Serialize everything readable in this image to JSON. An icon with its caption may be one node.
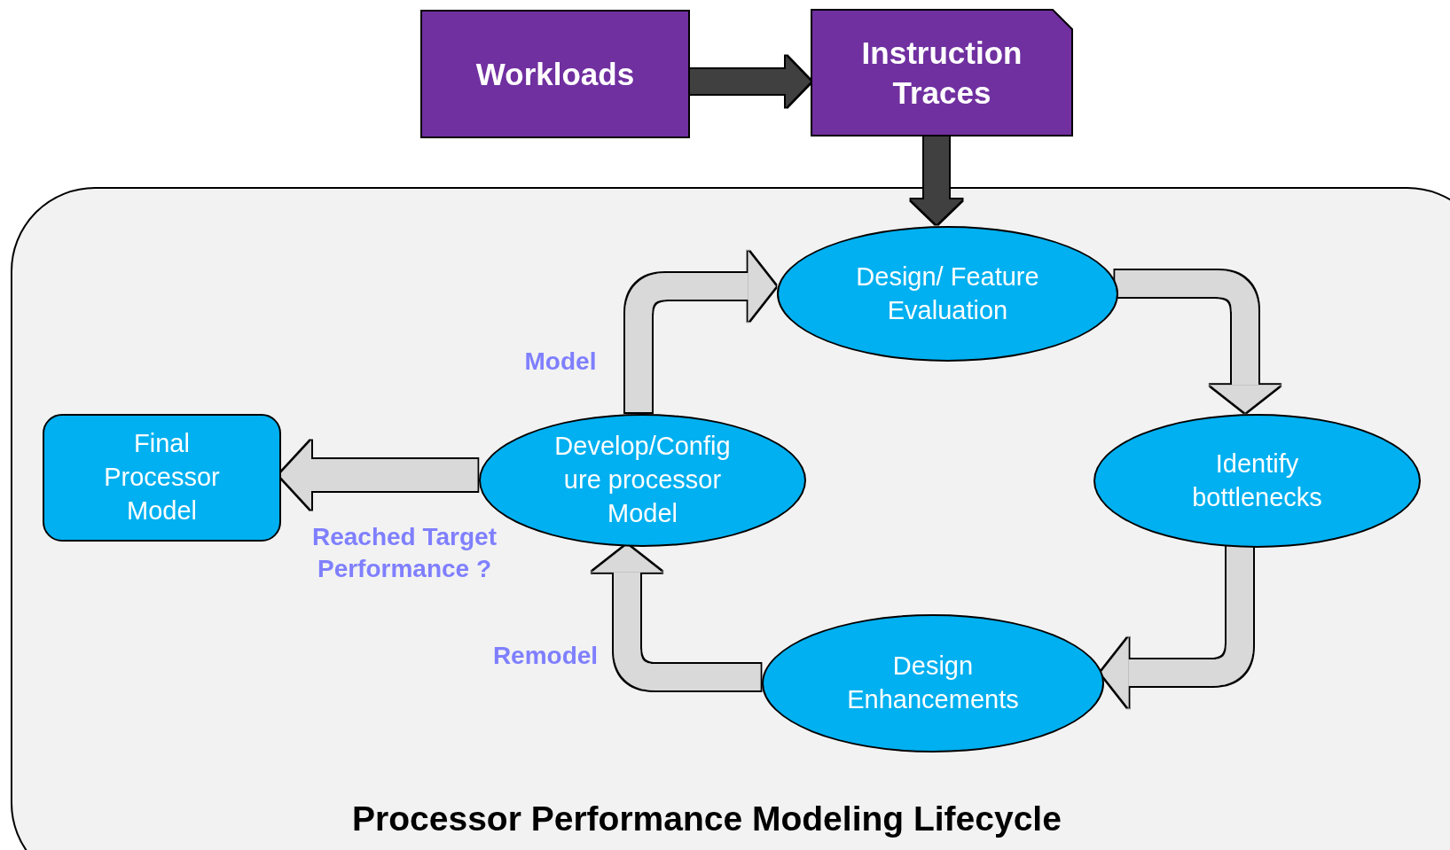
{
  "diagram": {
    "nodes": [
      {
        "text": [
          "Workloads"
        ]
      },
      {
        "text": [
          "Instruction Traces"
        ]
      },
      {
        "text": [
          "Processor Performance Modeling Lifecycle"
        ]
      },
      {
        "text": [
          "Design/ Feature Evaluation"
        ],
        "in": 2
      },
      {
        "text": [
          "Identify bottlenecks"
        ],
        "in": 2
      },
      {
        "text": [
          "Design Enhancements"
        ],
        "in": 2
      },
      {
        "text": [
          "Develop/Config ure processor Model"
        ],
        "in": 2
      },
      {
        "text": [
          "Final Processor Model"
        ],
        "in": 2
      }
    ],
    "edges": [
      {
        "from": 0,
        "to": 1,
        "arrow": "to",
        "color": "#404040"
      },
      {
        "from": 1,
        "to": 3,
        "arrow": "to",
        "color": "#404040"
      },
      {
        "from": 3,
        "to": 4,
        "arrow": "to"
      },
      {
        "from": 4,
        "to": 5,
        "arrow": "to"
      },
      {
        "from": 5,
        "to": 6,
        "arrow": "to",
        "label": "Remodel"
      },
      {
        "from": 6,
        "to": 3,
        "arrow": "to",
        "label": "Model"
      },
      {
        "from": 6,
        "to": 7,
        "arrow": "to",
        "label": "Reached Target Performance ?"
      }
    ]
  }
}
